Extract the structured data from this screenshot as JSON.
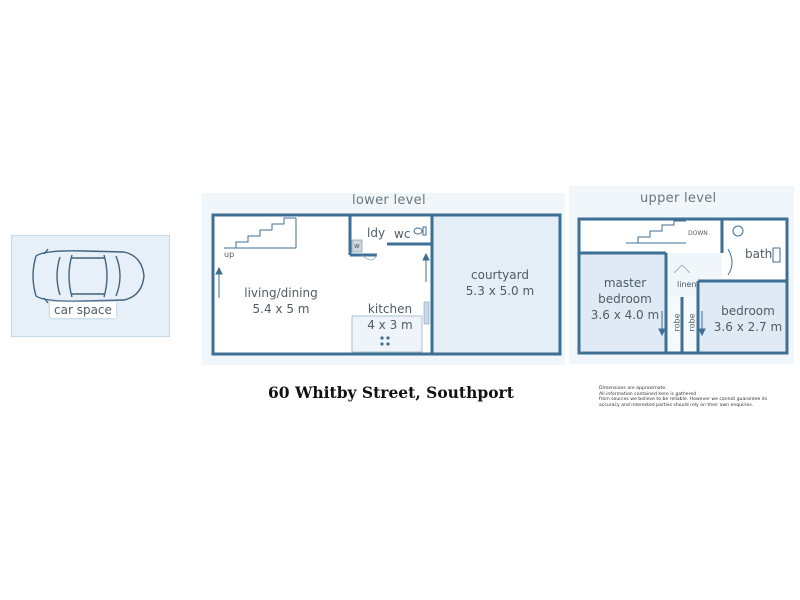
{
  "address": "60 Whitby Street, Southport",
  "car_space": {
    "label": "car space"
  },
  "lower_level": {
    "title": "lower level",
    "up": "up",
    "living": {
      "name": "living/dining",
      "size": "5.4 x 5 m"
    },
    "kitchen": {
      "name": "kitchen",
      "size": "4 x 3 m"
    },
    "laundry": "ldy",
    "wc": "wc",
    "washer": "w",
    "courtyard": {
      "name": "courtyard",
      "size": "5.3 x 5.0 m"
    }
  },
  "upper_level": {
    "title": "upper level",
    "down": "DOWN",
    "bath": "bath",
    "linen": "linen",
    "master": {
      "name_line1": "master",
      "name_line2": "bedroom",
      "size": "3.6 x 4.0 m"
    },
    "robe_1": "robe",
    "robe_2": "robe",
    "bedroom": {
      "name": "bedroom",
      "size": "3.6 x 2.7 m"
    }
  },
  "disclaimer": {
    "line1": "Dimensions are approximate.",
    "line2": "All information contained here is gathered",
    "line3": "from sources we believe to be reliable. However we cannot guarantee its",
    "line4": "accuracy and interested parties should rely on their own enquiries."
  },
  "colors": {
    "wall": "#3e6f95",
    "floor": "#e6f0f8",
    "floor_edge": "#c3d8e8",
    "car": "#41627f"
  }
}
